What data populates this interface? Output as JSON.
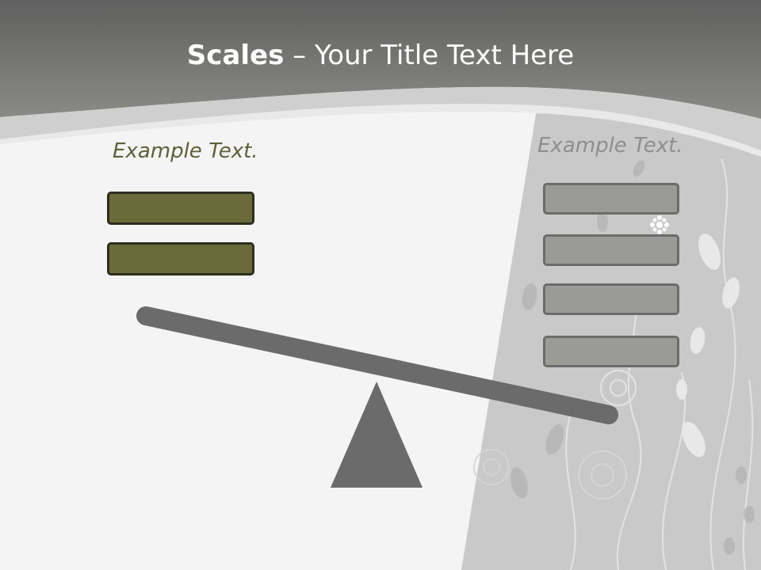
{
  "slide": {
    "title_bold": "Scales",
    "title_rest": " – Your Title Text Here",
    "left_label": "Example Text.",
    "right_label": "Example Text.",
    "left_boxes": [
      "",
      ""
    ],
    "right_boxes": [
      "",
      "",
      "",
      ""
    ]
  },
  "colors": {
    "header": "#7a7a76",
    "olive_box": "#6b6a3b",
    "gray_box": "#9a9a97",
    "beam": "#6b6b6b"
  }
}
